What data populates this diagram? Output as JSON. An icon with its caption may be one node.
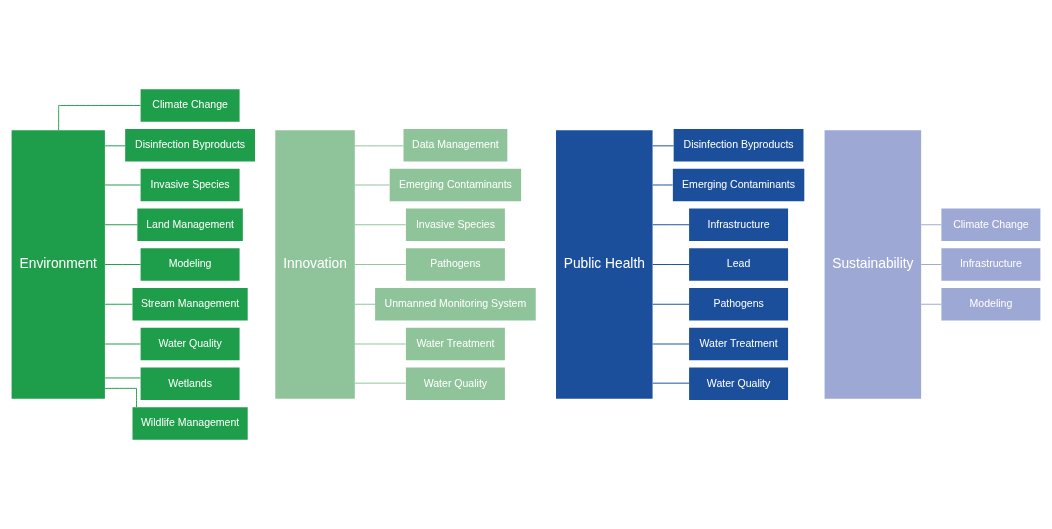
{
  "diagram": {
    "nodes": [
      {
        "text": [
          "Environment"
        ]
      },
      {
        "text": [
          "Climate Change"
        ]
      },
      {
        "text": [
          "Disinfection Byproducts"
        ]
      },
      {
        "text": [
          "Invasive Species"
        ]
      },
      {
        "text": [
          "Land Management"
        ]
      },
      {
        "text": [
          "Modeling"
        ]
      },
      {
        "text": [
          "Stream Management"
        ]
      },
      {
        "text": [
          "Water Quality"
        ]
      },
      {
        "text": [
          "Wetlands"
        ]
      },
      {
        "text": [
          "Wildlife Management"
        ]
      },
      {
        "text": [
          "Innovation"
        ]
      },
      {
        "text": [
          "Data Management"
        ]
      },
      {
        "text": [
          "Emerging Contaminants"
        ]
      },
      {
        "text": [
          "Invasive Species"
        ]
      },
      {
        "text": [
          "Pathogens"
        ]
      },
      {
        "text": [
          "Unmanned Monitoring System"
        ]
      },
      {
        "text": [
          "Water Treatment"
        ]
      },
      {
        "text": [
          "Water Quality"
        ]
      },
      {
        "text": [
          "Public Health"
        ]
      },
      {
        "text": [
          "Disinfection Byproducts"
        ]
      },
      {
        "text": [
          "Emerging Contaminants"
        ]
      },
      {
        "text": [
          "Infrastructure"
        ]
      },
      {
        "text": [
          "Lead"
        ]
      },
      {
        "text": [
          "Pathogens"
        ]
      },
      {
        "text": [
          "Water Treatment"
        ]
      },
      {
        "text": [
          "Water Quality"
        ]
      },
      {
        "text": [
          "Sustainability"
        ]
      },
      {
        "text": [
          "Climate Change"
        ]
      },
      {
        "text": [
          "Infrastructure"
        ]
      },
      {
        "text": [
          "Modeling"
        ]
      }
    ],
    "edges": [
      {
        "from": 0,
        "to": 1,
        "arrow": "none",
        "color": "#1e9e4a"
      },
      {
        "from": 0,
        "to": 2,
        "arrow": "none",
        "color": "#1e9e4a"
      },
      {
        "from": 0,
        "to": 3,
        "arrow": "none",
        "color": "#1e9e4a"
      },
      {
        "from": 0,
        "to": 4,
        "arrow": "none",
        "color": "#1e9e4a"
      },
      {
        "from": 0,
        "to": 5,
        "arrow": "none",
        "color": "#1e9e4a"
      },
      {
        "from": 0,
        "to": 6,
        "arrow": "none",
        "color": "#1e9e4a"
      },
      {
        "from": 0,
        "to": 7,
        "arrow": "none",
        "color": "#1e9e4a"
      },
      {
        "from": 0,
        "to": 8,
        "arrow": "none",
        "color": "#1e9e4a"
      },
      {
        "from": 0,
        "to": 9,
        "arrow": "none",
        "color": "#1e9e4a"
      },
      {
        "from": 10,
        "to": 11,
        "arrow": "none",
        "color": "#8fc49a"
      },
      {
        "from": 10,
        "to": 12,
        "arrow": "none",
        "color": "#8fc49a"
      },
      {
        "from": 10,
        "to": 13,
        "arrow": "none",
        "color": "#8fc49a"
      },
      {
        "from": 10,
        "to": 14,
        "arrow": "none",
        "color": "#8fc49a"
      },
      {
        "from": 10,
        "to": 15,
        "arrow": "none",
        "color": "#8fc49a"
      },
      {
        "from": 10,
        "to": 16,
        "arrow": "none",
        "color": "#8fc49a"
      },
      {
        "from": 10,
        "to": 17,
        "arrow": "none",
        "color": "#8fc49a"
      },
      {
        "from": 18,
        "to": 19,
        "arrow": "none",
        "color": "#1b4f9c"
      },
      {
        "from": 18,
        "to": 20,
        "arrow": "none",
        "color": "#1b4f9c"
      },
      {
        "from": 18,
        "to": 21,
        "arrow": "none",
        "color": "#1b4f9c"
      },
      {
        "from": 18,
        "to": 22,
        "arrow": "none",
        "color": "#1b4f9c"
      },
      {
        "from": 18,
        "to": 23,
        "arrow": "none",
        "color": "#1b4f9c"
      },
      {
        "from": 18,
        "to": 24,
        "arrow": "none",
        "color": "#1b4f9c"
      },
      {
        "from": 18,
        "to": 25,
        "arrow": "none",
        "color": "#1b4f9c"
      },
      {
        "from": 26,
        "to": 27,
        "arrow": "none",
        "color": "#9ea8d4"
      },
      {
        "from": 26,
        "to": 28,
        "arrow": "none",
        "color": "#9ea8d4"
      },
      {
        "from": 26,
        "to": 29,
        "arrow": "none",
        "color": "#9ea8d4"
      }
    ]
  }
}
